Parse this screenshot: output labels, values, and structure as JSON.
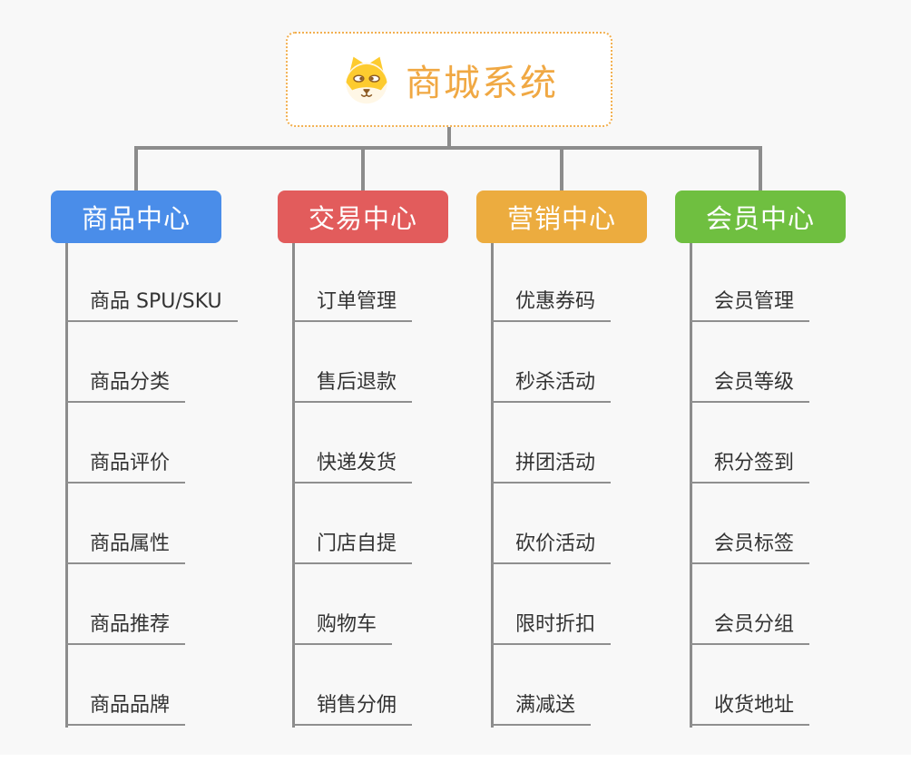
{
  "root": {
    "title": "商城系统",
    "title_color": "#F0A843",
    "border_color": "#F2B050",
    "icon": "dog-icon"
  },
  "connector": {
    "color": "#8C8C8C"
  },
  "branches": [
    {
      "label": "商品中心",
      "color": "#4A8DE9",
      "children": [
        "商品 SPU/SKU",
        "商品分类",
        "商品评价",
        "商品属性",
        "商品推荐",
        "商品品牌"
      ]
    },
    {
      "label": "交易中心",
      "color": "#E25C5C",
      "children": [
        "订单管理",
        "售后退款",
        "快递发货",
        "门店自提",
        "购物车",
        "销售分佣"
      ]
    },
    {
      "label": "营销中心",
      "color": "#ECAC3F",
      "children": [
        "优惠券码",
        "秒杀活动",
        "拼团活动",
        "砍价活动",
        "限时折扣",
        "满减送"
      ]
    },
    {
      "label": "会员中心",
      "color": "#6FBF40",
      "children": [
        "会员管理",
        "会员等级",
        "积分签到",
        "会员标签",
        "会员分组",
        "收货地址"
      ]
    }
  ]
}
